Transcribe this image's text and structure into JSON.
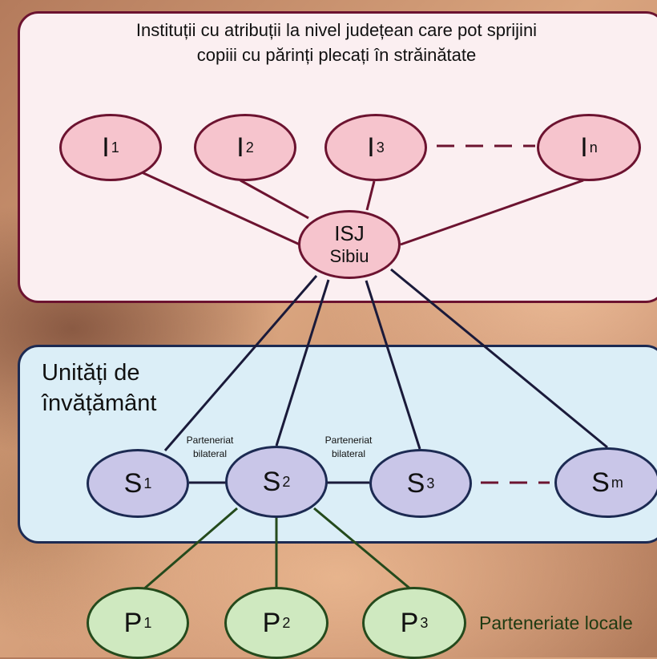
{
  "top_section": {
    "title_line1": "Instituții cu atribuții la nivel județean care pot sprijini",
    "title_line2": "copiii cu părinți plecați în străinătate"
  },
  "institutions": [
    {
      "letter": "I",
      "index": "1"
    },
    {
      "letter": "I",
      "index": "2"
    },
    {
      "letter": "I",
      "index": "3"
    },
    {
      "letter": "I",
      "index": "n"
    }
  ],
  "isj": {
    "line1": "ISJ",
    "line2": "Sibiu"
  },
  "bottom_section": {
    "label_line1": "Unități de",
    "label_line2": "învățământ"
  },
  "schools": [
    {
      "letter": "S",
      "index": "1"
    },
    {
      "letter": "S",
      "index": "2"
    },
    {
      "letter": "S",
      "index": "3"
    },
    {
      "letter": "S",
      "index": "m"
    }
  ],
  "partnerships": [
    {
      "line1": "Parteneriat",
      "line2": "bilateral"
    },
    {
      "line1": "Parteneriat",
      "line2": "bilateral"
    }
  ],
  "partners": [
    {
      "letter": "P",
      "index": "1"
    },
    {
      "letter": "P",
      "index": "2"
    },
    {
      "letter": "P",
      "index": "3"
    }
  ],
  "local_partnerships_label": "Parteneriate locale",
  "colors": {
    "top_border": "#6c1330",
    "bottom_border": "#1c2a52",
    "green_border": "#244a1c",
    "top_fill": "#fbeff1",
    "bottom_fill": "#dbeef7",
    "institution_fill": "#f6c4cd",
    "school_fill": "#c9c6e8",
    "partner_fill": "#cfe9c0"
  }
}
